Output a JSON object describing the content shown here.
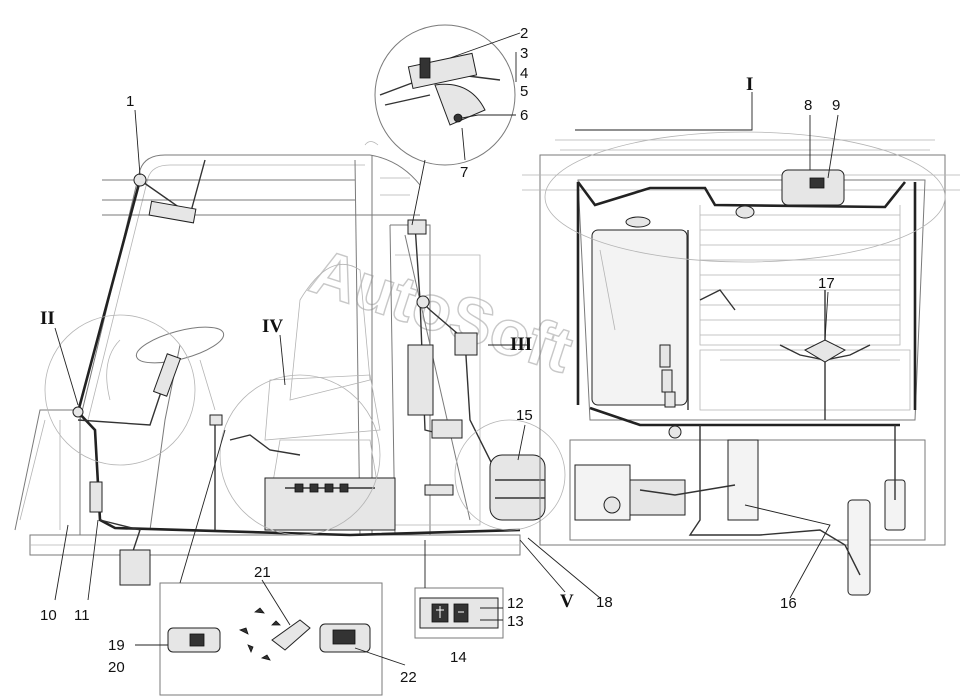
{
  "watermark": "AutoSoft",
  "roman_labels": [
    "I",
    "II",
    "III",
    "IV",
    "V"
  ],
  "callouts": [
    "1",
    "2",
    "3",
    "4",
    "5",
    "6",
    "7",
    "8",
    "9",
    "10",
    "11",
    "12",
    "13",
    "14",
    "15",
    "16",
    "17",
    "18",
    "19",
    "20",
    "21",
    "22"
  ]
}
